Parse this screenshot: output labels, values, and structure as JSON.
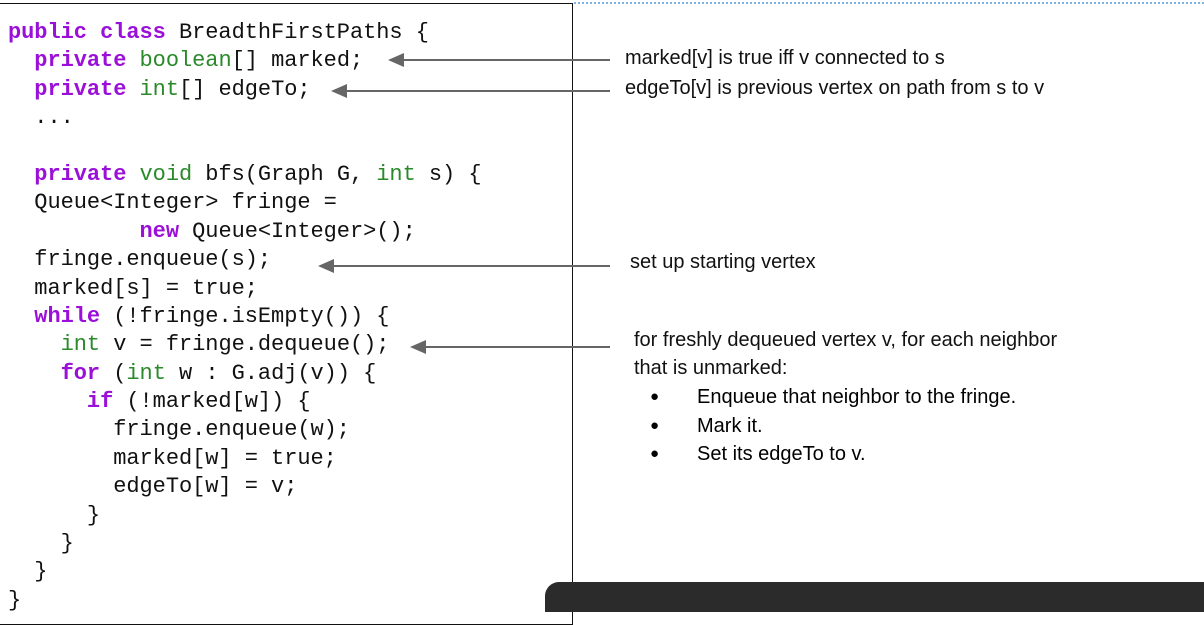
{
  "code_lines": [
    [
      [
        "public class",
        "kw"
      ],
      [
        " BreadthFirstPaths {",
        ""
      ]
    ],
    [
      [
        "  private",
        "kw"
      ],
      [
        " ",
        ""
      ],
      [
        "boolean",
        "ty"
      ],
      [
        "[] marked;",
        ""
      ]
    ],
    [
      [
        "  private",
        "kw"
      ],
      [
        " ",
        ""
      ],
      [
        "int",
        "ty"
      ],
      [
        "[] edgeTo;",
        ""
      ]
    ],
    [
      [
        "  ...",
        ""
      ]
    ],
    [
      [
        "",
        ""
      ]
    ],
    [
      [
        "  private",
        "kw"
      ],
      [
        " ",
        ""
      ],
      [
        "void",
        "ty"
      ],
      [
        " bfs(Graph G, ",
        ""
      ],
      [
        "int",
        "ty"
      ],
      [
        " s) {",
        ""
      ]
    ],
    [
      [
        "  Queue<Integer> fringe =",
        ""
      ]
    ],
    [
      [
        "          new",
        "kw"
      ],
      [
        " Queue<Integer>();",
        ""
      ]
    ],
    [
      [
        "  fringe.enqueue(s);",
        ""
      ]
    ],
    [
      [
        "  marked[s] = true;",
        ""
      ]
    ],
    [
      [
        "  while",
        "kw"
      ],
      [
        " (!fringe.isEmpty()) {",
        ""
      ]
    ],
    [
      [
        "    ",
        ""
      ],
      [
        "int",
        "ty"
      ],
      [
        " v = fringe.dequeue();",
        ""
      ]
    ],
    [
      [
        "    for",
        "kw"
      ],
      [
        " (",
        ""
      ],
      [
        "int",
        "ty"
      ],
      [
        " w : G.adj(v)) {",
        ""
      ]
    ],
    [
      [
        "      if",
        "kw"
      ],
      [
        " (!marked[w]) {",
        ""
      ]
    ],
    [
      [
        "        fringe.enqueue(w);",
        ""
      ]
    ],
    [
      [
        "        marked[w] = true;",
        ""
      ]
    ],
    [
      [
        "        edgeTo[w] = v;",
        ""
      ]
    ],
    [
      [
        "      }",
        ""
      ]
    ],
    [
      [
        "    }",
        ""
      ]
    ],
    [
      [
        "  }",
        ""
      ]
    ],
    [
      [
        "}",
        ""
      ]
    ]
  ],
  "annotations": {
    "marked": "marked[v] is true iff v connected to s",
    "edgeTo": "edgeTo[v] is previous vertex on path from s to v",
    "start": "set up starting vertex",
    "dequeue_line1": "for freshly dequeued vertex v, for each neighbor",
    "dequeue_line2": "that is unmarked:",
    "bullets": [
      "Enqueue that neighbor to the fringe.",
      "Mark it.",
      "Set its edgeTo to v."
    ]
  },
  "colors": {
    "keyword": "#9b10d8",
    "type": "#2a8a2a",
    "arrow": "#666666"
  }
}
